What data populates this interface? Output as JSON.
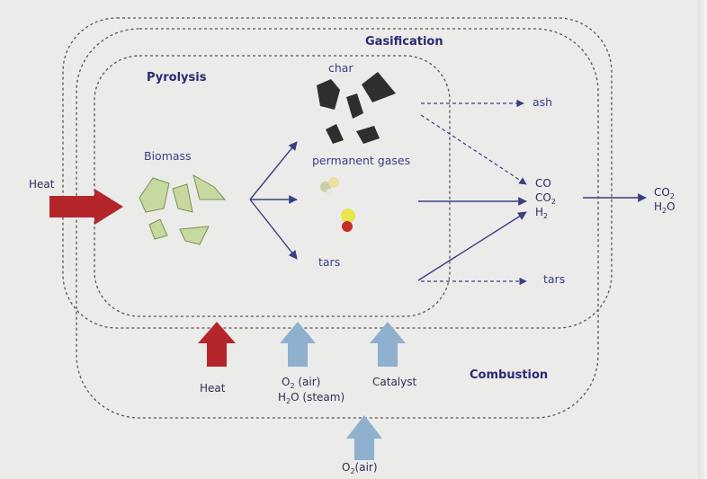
{
  "titles": {
    "gasification": "Gasification",
    "pyrolysis": "Pyrolysis",
    "combustion": "Combustion"
  },
  "labels": {
    "biomass": "Biomass",
    "char": "char",
    "permanent_gases": "permanent gases",
    "tars_inner": "tars",
    "ash": "ash",
    "tars_outer": "tars"
  },
  "gases": {
    "co": "CO",
    "co2_main": "CO",
    "co2_sub": "2",
    "h2_main": "H",
    "h2_sub": "2",
    "out_co2_main": "CO",
    "out_co2_sub": "2",
    "out_h2o_pre": "H",
    "out_h2o_sub": "2",
    "out_h2o_post": "O"
  },
  "inputs": {
    "heat_left": "Heat",
    "heat_bottom": "Heat",
    "o2_air_pre": "O",
    "o2_air_sub": "2",
    "o2_air_post": " (air)",
    "h2o_steam_pre": "H",
    "h2o_steam_sub": "2",
    "h2o_steam_post": "O (steam)",
    "catalyst": "Catalyst",
    "o2_bottom_pre": "O",
    "o2_bottom_sub": "2",
    "o2_bottom_post": "(air)"
  },
  "colors": {
    "background": "#ebebea",
    "heat_arrow": "#b5262b",
    "input_arrow": "#8fb0ce",
    "biomass_fill": "#c8d9a0",
    "char_fill": "#2e2e2e",
    "line": "#3a3f80",
    "title": "#2a2a72"
  }
}
